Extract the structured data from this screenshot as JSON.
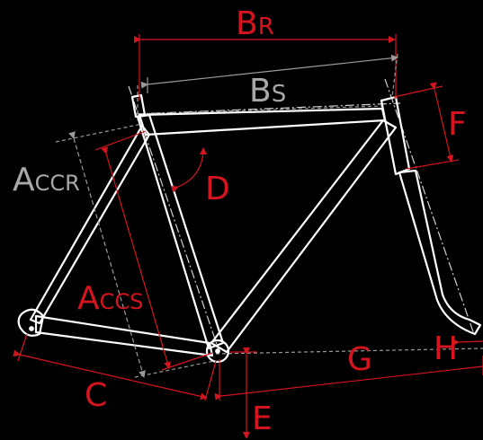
{
  "colors": {
    "background": "#000000",
    "frame": "#ffffff",
    "dim_red": "#d4141e",
    "dim_gray": "#9a9a9a",
    "centerline": "#bdbdbd"
  },
  "labels": {
    "br": {
      "main": "B",
      "sub": "R"
    },
    "bs": {
      "main": "B",
      "sub": "S"
    },
    "f": "F",
    "accr": {
      "main": "A",
      "sub": "CCR"
    },
    "d": "D",
    "accs": {
      "main": "A",
      "sub": "CCS"
    },
    "c": "C",
    "g": "G",
    "h": "H",
    "e": "E"
  }
}
